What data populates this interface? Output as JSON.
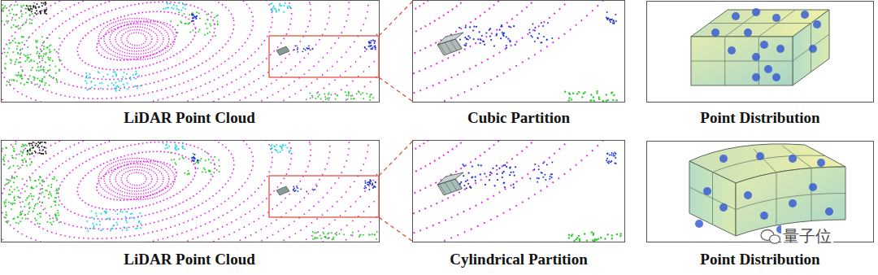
{
  "diagram": {
    "labels": [
      "LiDAR Point Cloud",
      "Cubic Partition",
      "Point Distribution",
      "LiDAR Point Cloud",
      "Cylindrical Partition",
      "Point Distribution",
      "量子位"
    ]
  }
}
